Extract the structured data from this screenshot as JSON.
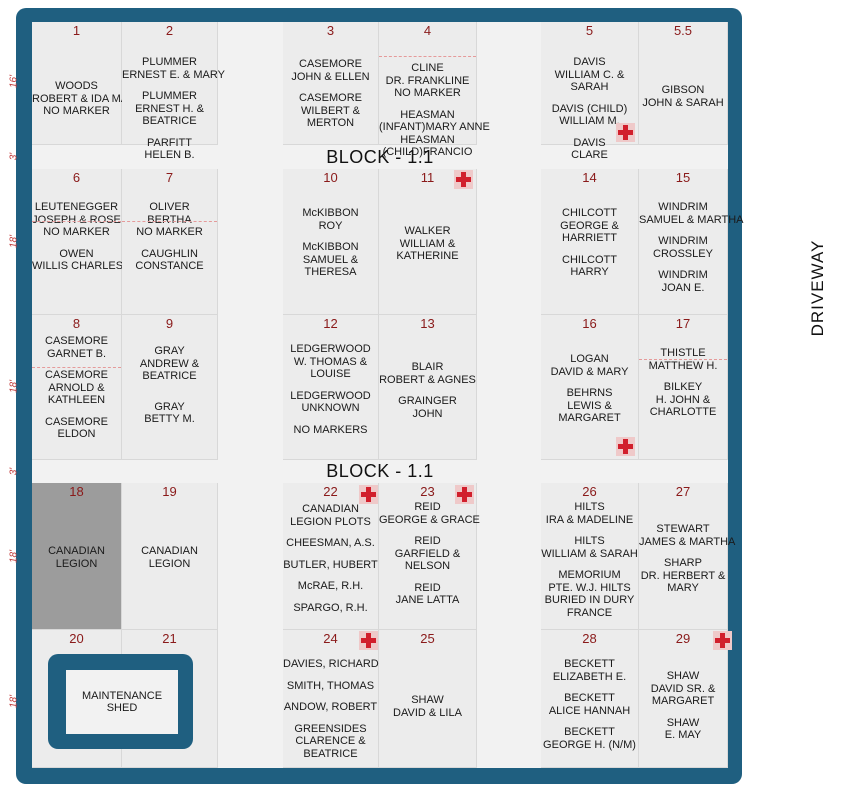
{
  "block_label": "BLOCK - 1.1",
  "driveway_label": "DRIVEWAY",
  "maintenance_shed": [
    "MAINTENANCE",
    "SHED"
  ],
  "colors": {
    "frame": "#1f5f80",
    "plot_number": "#8a1a1a",
    "dimension": "#c23b3b",
    "cross": "#d11f2c",
    "legion_plot": "#9c9c9c"
  },
  "row_dimensions": [
    "16'",
    "3'",
    "18'",
    "18'",
    "3'",
    "18'",
    "18'"
  ],
  "plots": [
    {
      "id": "1",
      "lines": [
        "WOODS",
        "ROBERT & IDA MAY",
        "NO MARKER"
      ]
    },
    {
      "id": "2",
      "lines": [
        "PLUMMER",
        "ERNEST E. & MARY",
        "",
        "PLUMMER",
        "ERNEST H. &",
        "BEATRICE",
        "",
        "PARFITT",
        "HELEN B."
      ]
    },
    {
      "id": "3",
      "lines": [
        "CASEMORE",
        "JOHN & ELLEN",
        "",
        "CASEMORE",
        "WILBERT &",
        "MERTON"
      ]
    },
    {
      "id": "4",
      "lines": [
        "CLINE",
        "DR. FRANKLINE",
        "NO MARKER",
        "",
        "HEASMAN",
        "(INFANT)MARY ANNE",
        "HEASMAN",
        "(CHILD)FRANCIO"
      ]
    },
    {
      "id": "5",
      "lines": [
        "DAVIS",
        "WILLIAM C. &",
        "SARAH",
        "",
        "DAVIS (CHILD)",
        "WILLIAM M.",
        "",
        "DAVIS",
        "CLARE"
      ]
    },
    {
      "id": "5.5",
      "lines": [
        "GIBSON",
        "JOHN & SARAH"
      ]
    },
    {
      "id": "6",
      "lines": [
        "LEUTENEGGER",
        "JOSEPH & ROSE",
        "NO MARKER",
        "",
        "OWEN",
        "WILLIS CHARLES"
      ]
    },
    {
      "id": "7",
      "lines": [
        "OLIVER",
        "BERTHA",
        "NO MARKER",
        "",
        "CAUGHLIN",
        "CONSTANCE"
      ]
    },
    {
      "id": "10",
      "lines": [
        "McKIBBON",
        "ROY",
        "",
        "McKIBBON",
        "SAMUEL &",
        "THERESA"
      ]
    },
    {
      "id": "11",
      "lines": [
        "WALKER",
        "WILLIAM &",
        "KATHERINE"
      ]
    },
    {
      "id": "14",
      "lines": [
        "CHILCOTT",
        "GEORGE &",
        "HARRIETT",
        "",
        "CHILCOTT",
        "HARRY"
      ]
    },
    {
      "id": "15",
      "lines": [
        "WINDRIM",
        "SAMUEL & MARTHA",
        "",
        "WINDRIM",
        "CROSSLEY",
        "",
        "WINDRIM",
        "JOAN E."
      ]
    },
    {
      "id": "8",
      "lines": [
        "CASEMORE",
        "GARNET B.",
        "",
        "CASEMORE",
        "ARNOLD &",
        "KATHLEEN",
        "",
        "CASEMORE",
        "ELDON"
      ]
    },
    {
      "id": "9",
      "lines": [
        "GRAY",
        "ANDREW &",
        "BEATRICE",
        "",
        "",
        "GRAY",
        "BETTY M."
      ]
    },
    {
      "id": "12",
      "lines": [
        "LEDGERWOOD",
        "W. THOMAS &",
        "LOUISE",
        "",
        "LEDGERWOOD",
        "UNKNOWN",
        "",
        "NO MARKERS"
      ]
    },
    {
      "id": "13",
      "lines": [
        "BLAIR",
        "ROBERT & AGNES",
        "",
        "GRAINGER",
        "JOHN"
      ]
    },
    {
      "id": "16",
      "lines": [
        "LOGAN",
        "DAVID & MARY",
        "",
        "BEHRNS",
        "LEWIS &",
        "MARGARET"
      ]
    },
    {
      "id": "17",
      "lines": [
        "THISTLE",
        "MATTHEW H.",
        "",
        "BILKEY",
        "H. JOHN &",
        "CHARLOTTE"
      ]
    },
    {
      "id": "18",
      "lines": [
        "CANADIAN",
        "LEGION"
      ]
    },
    {
      "id": "19",
      "lines": [
        "CANADIAN",
        "LEGION"
      ]
    },
    {
      "id": "22",
      "lines": [
        "CANADIAN",
        "LEGION PLOTS",
        "",
        "CHEESMAN, A.S.",
        "",
        "BUTLER, HUBERT",
        "",
        "McRAE, R.H.",
        "",
        "SPARGO, R.H."
      ]
    },
    {
      "id": "23",
      "lines": [
        "REID",
        "GEORGE & GRACE",
        "",
        "REID",
        "GARFIELD &",
        "NELSON",
        "",
        "REID",
        "JANE LATTA"
      ]
    },
    {
      "id": "26",
      "lines": [
        "HILTS",
        "IRA & MADELINE",
        "",
        "HILTS",
        "WILLIAM & SARAH",
        "",
        "MEMORIUM",
        "PTE. W.J. HILTS",
        "BURIED IN DURY",
        "FRANCE"
      ]
    },
    {
      "id": "27",
      "lines": [
        "STEWART",
        "JAMES & MARTHA",
        "",
        "SHARP",
        "DR. HERBERT &",
        "MARY"
      ]
    },
    {
      "id": "20",
      "lines": []
    },
    {
      "id": "21",
      "lines": []
    },
    {
      "id": "24",
      "lines": [
        "DAVIES, RICHARD",
        "",
        "SMITH, THOMAS",
        "",
        "ANDOW, ROBERT",
        "",
        "GREENSIDES",
        "CLARENCE &",
        "BEATRICE"
      ]
    },
    {
      "id": "25",
      "lines": [
        "SHAW",
        "DAVID & LILA"
      ]
    },
    {
      "id": "28",
      "lines": [
        "BECKETT",
        "ELIZABETH E.",
        "",
        "BECKETT",
        "ALICE HANNAH",
        "",
        "BECKETT",
        "GEORGE H. (N/M)"
      ]
    },
    {
      "id": "29",
      "lines": [
        "SHAW",
        "DAVID SR. &",
        "MARGARET",
        "",
        "SHAW",
        "E. MAY"
      ]
    }
  ],
  "cross_markers": [
    "5",
    "11",
    "16",
    "22",
    "23",
    "24",
    "29"
  ]
}
